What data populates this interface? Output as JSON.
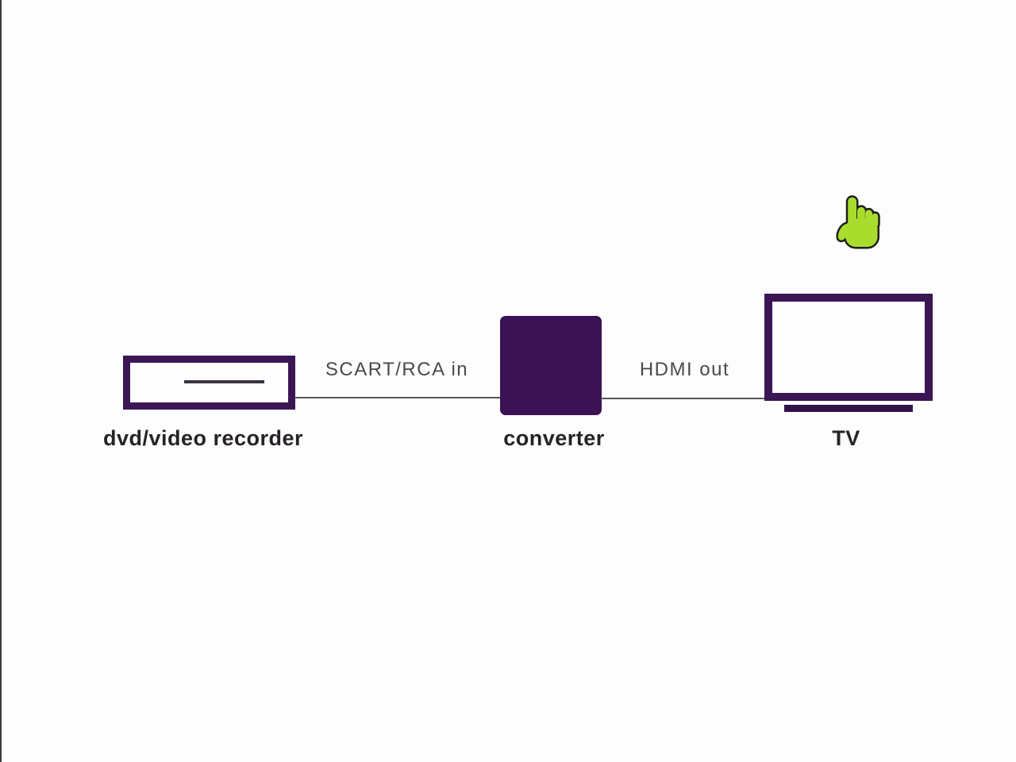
{
  "diagram": {
    "background_color": "#fdfdfd",
    "accent_purple": "#3a1654",
    "wire_color": "#565656",
    "device_label_color": "#262227",
    "connection_label_color": "#4a4a4a",
    "nodes": [
      {
        "id": "dvd",
        "label": "dvd/video recorder",
        "shape": "outlined-rectangle-with-slot"
      },
      {
        "id": "converter",
        "label": "converter",
        "shape": "solid-square"
      },
      {
        "id": "tv",
        "label": "TV",
        "shape": "outlined-screen-with-stand"
      }
    ],
    "connections": [
      {
        "from": "dvd",
        "to": "converter",
        "label": "SCART/RCA in"
      },
      {
        "from": "converter",
        "to": "tv",
        "label": "HDMI out"
      }
    ],
    "cursor": {
      "icon": "hand-pointer-cursor",
      "fill_color": "#a9dd2d",
      "outline_color": "#1d1d1d"
    }
  }
}
